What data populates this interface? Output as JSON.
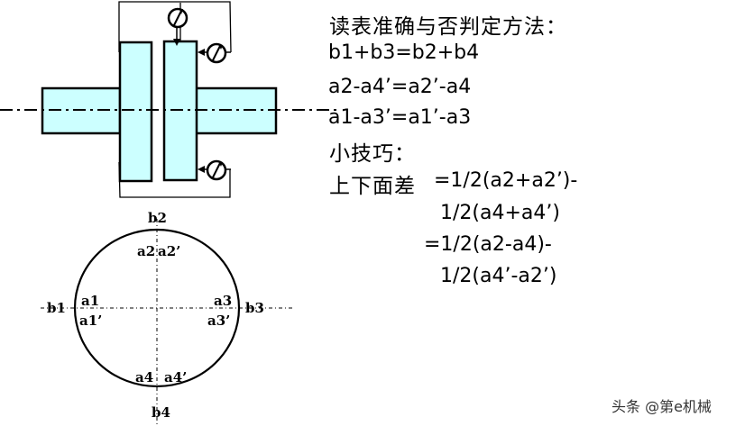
{
  "colors": {
    "part_fill": "#ccffff",
    "stroke": "#000000",
    "background": "#ffffff"
  },
  "coupling_diagram": {
    "description": "Two coupling halves on shafts with three dial indicators",
    "indicators": [
      "dial-indicator-top",
      "dial-indicator-right-upper",
      "dial-indicator-right-lower"
    ]
  },
  "circle_diagram": {
    "axis_labels": {
      "top": "b2",
      "left": "b1",
      "right": "b3",
      "bottom": "b4"
    },
    "point_labels": {
      "top_left": "a2",
      "top_right": "a2’",
      "left_upper": "a1",
      "left_lower": "a1’",
      "right_upper": "a3",
      "right_lower": "a3’",
      "bottom_left": "a4",
      "bottom_right": "a4’"
    }
  },
  "text": {
    "heading": "读表准确与否判定方法：",
    "rule1": "b1+b3=b2+b4",
    "rule2": "a2-a4’=a2’-a4",
    "rule3": "a1-a3’=a1’-a3",
    "tips_heading": "小技巧：",
    "formula_prefix": "上下面差",
    "formula_line1": "=1/2(a2+a2’)-",
    "formula_line2": "1/2(a4+a4’)",
    "formula_line3": "=1/2(a2-a4)-",
    "formula_line4": "1/2(a4’-a2’)"
  },
  "watermark": "头条 @第e机械"
}
